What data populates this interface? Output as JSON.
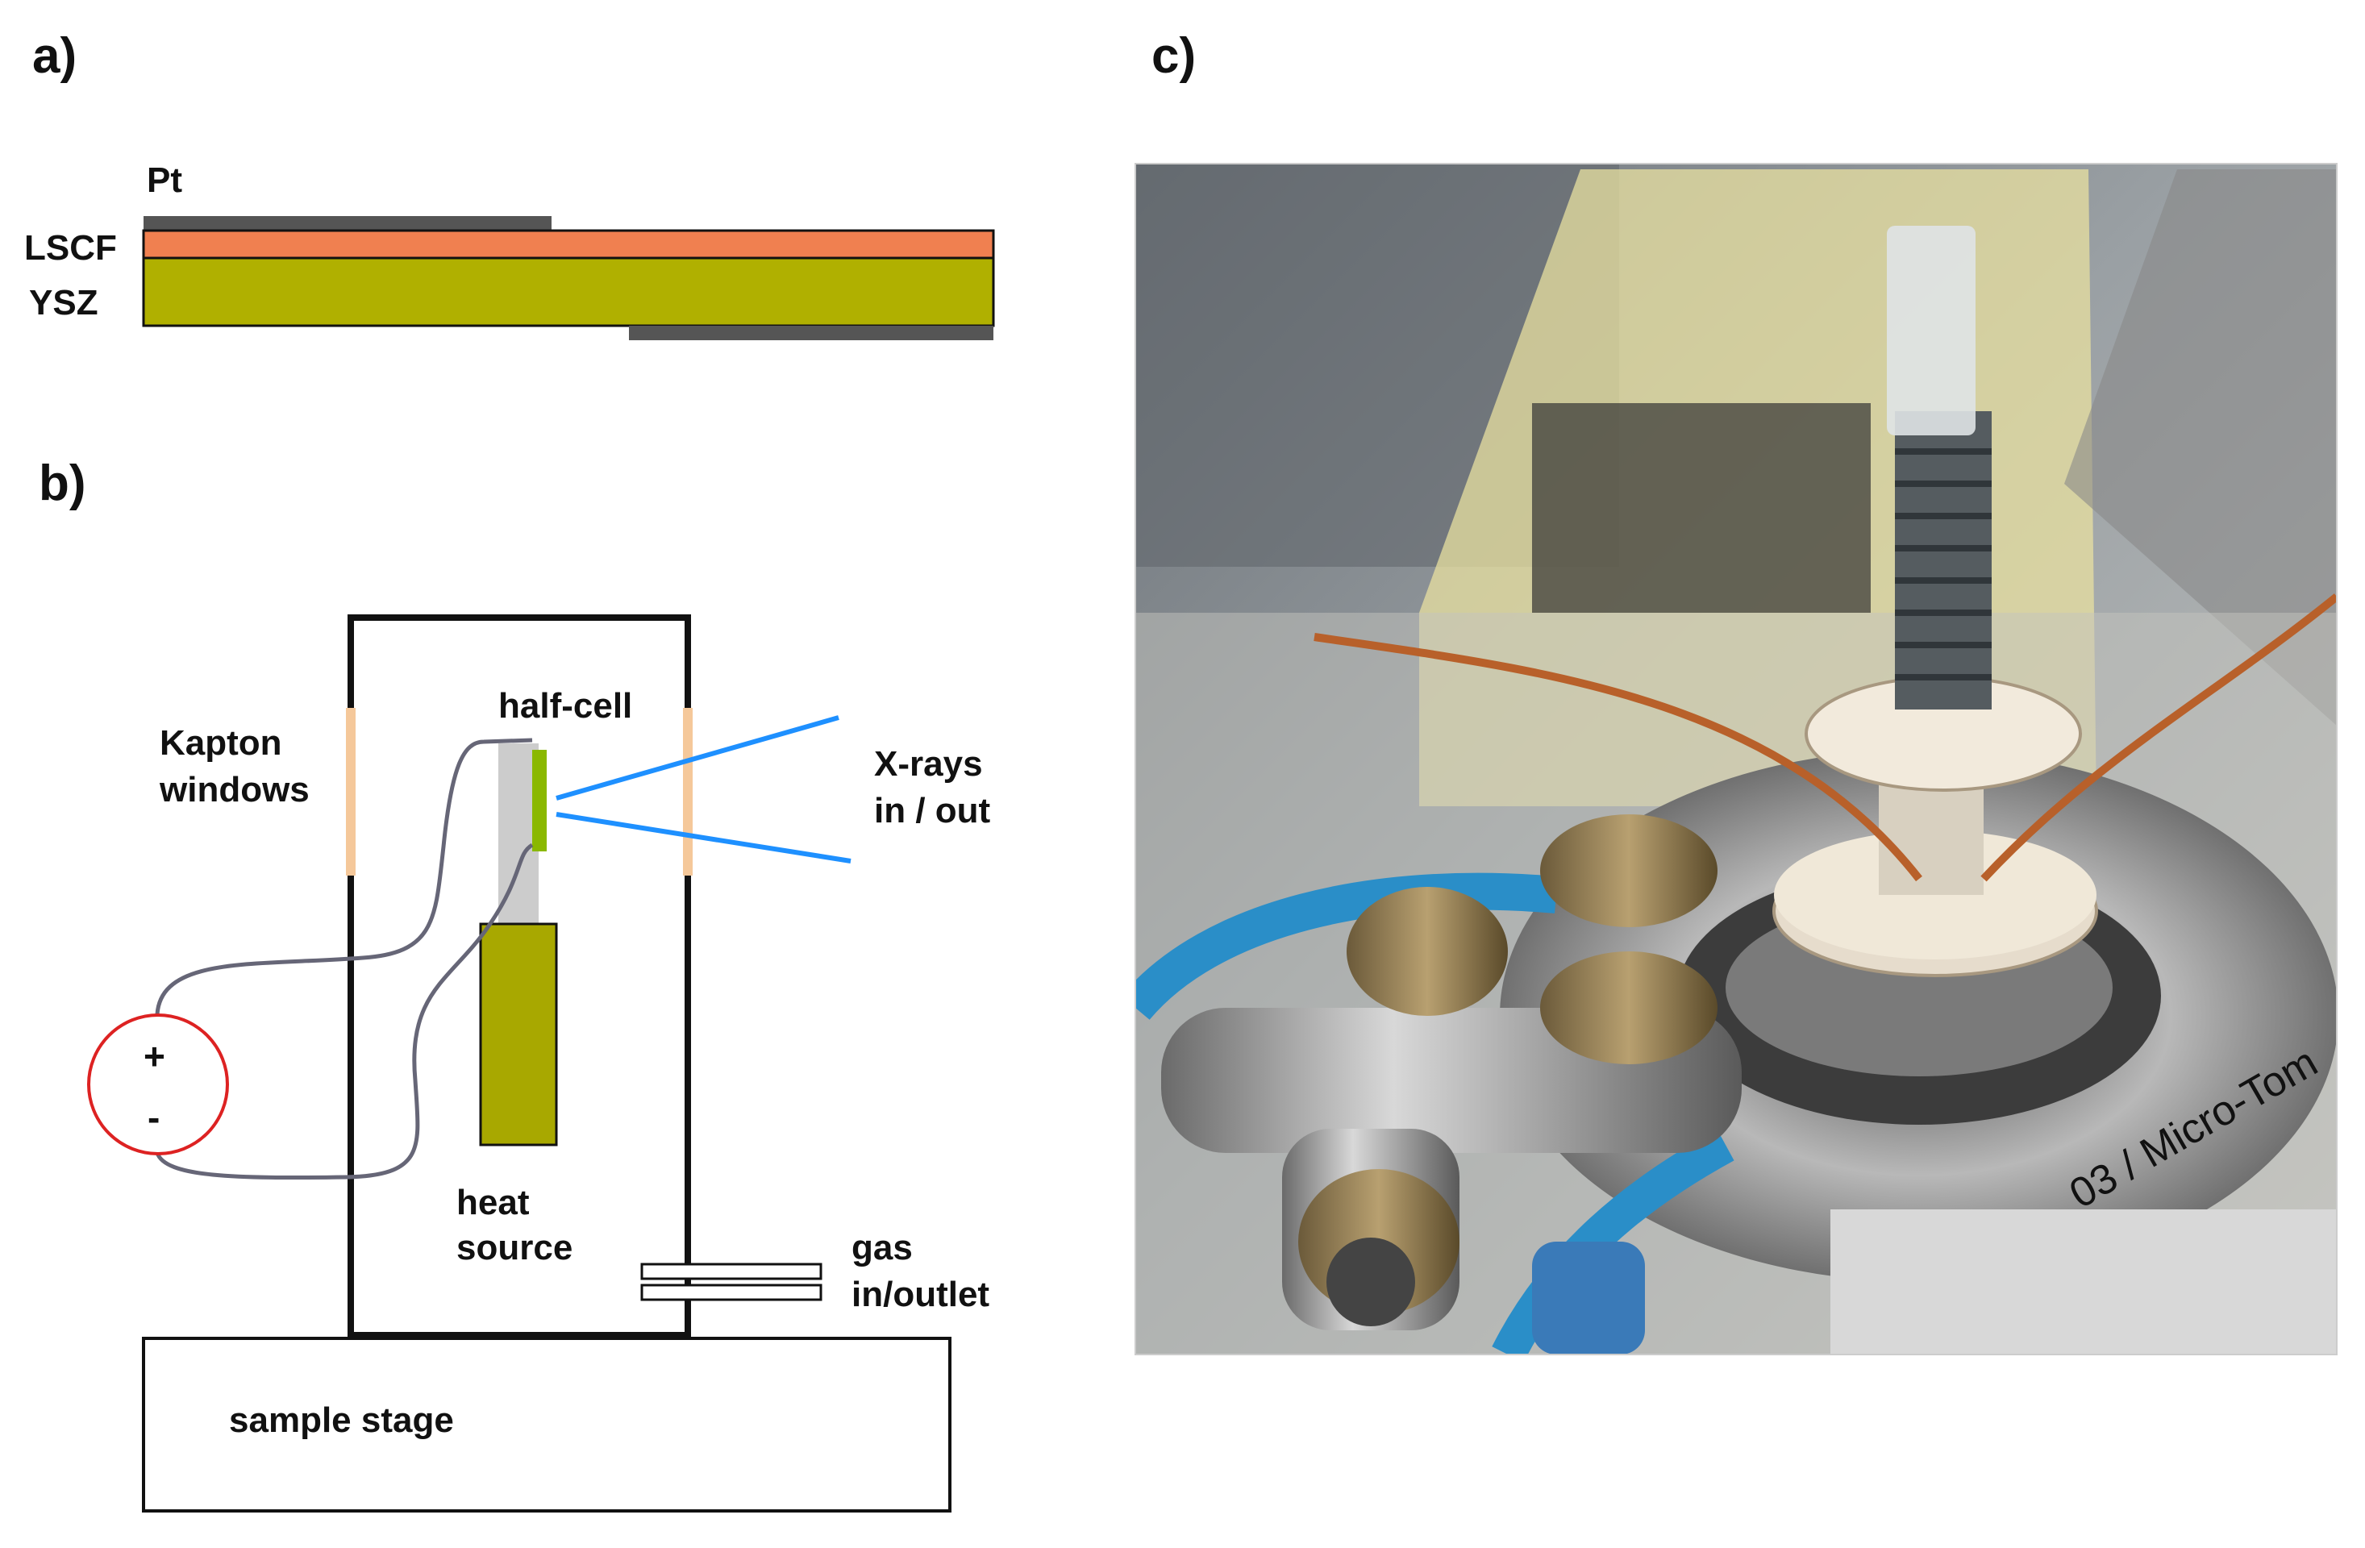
{
  "panels": {
    "a": {
      "label": "a)"
    },
    "b": {
      "label": "b)"
    },
    "c": {
      "label": "c)"
    }
  },
  "layer_stack": {
    "pt_label": "Pt",
    "lscf_label": "LSCF",
    "ysz_label": "YSZ",
    "colors": {
      "pt": "#555555",
      "lscf": "#f08050",
      "ysz": "#b0b000"
    }
  },
  "setup": {
    "kapton_line1": "Kapton",
    "kapton_line2": "windows",
    "half_cell": "half-cell",
    "xrays_line1": "X-rays",
    "xrays_line2": "in / out",
    "plus": "+",
    "minus": "-",
    "heat_line1": "heat",
    "heat_line2": "source",
    "gas_line1": "gas",
    "gas_line2": "in/outlet",
    "stage": "sample stage",
    "colors": {
      "xray": "#1e90ff",
      "source_circle": "#dd2222",
      "window": "#f5c89a",
      "heater": "#a8a800",
      "cell": "#8ab800",
      "holder": "#cccccc",
      "wire": "#666677"
    }
  },
  "photo": {
    "visible_text": "03 / Micro-Tom"
  }
}
